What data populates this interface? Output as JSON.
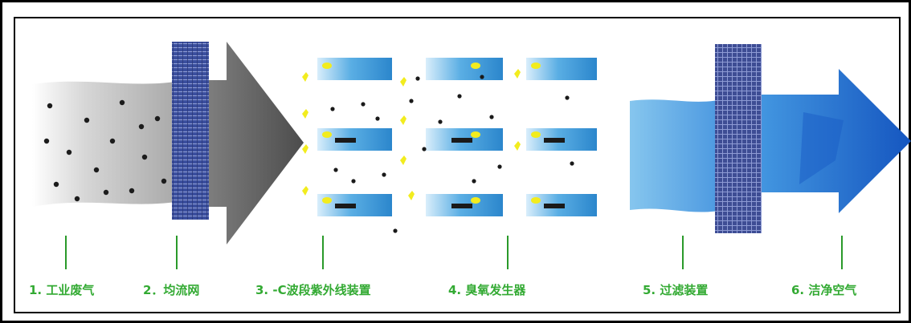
{
  "diagram": {
    "colors": {
      "label": "#33aa33",
      "tick": "#2a9a2a",
      "border": "#000000",
      "gray_dark": "#555555",
      "gray_light": "#d8d8d8",
      "blue_light": "#7fc4ec",
      "blue_dark": "#1b62c4",
      "mesh": "#3a4d9c",
      "lamp": "#2f8fd0",
      "spark": "#f2ec1e"
    },
    "steps": [
      {
        "label": "1. 工业废气"
      },
      {
        "label": "2．均流网"
      },
      {
        "label": "3. -C波段紫外线装置"
      },
      {
        "label": "4. 臭氧发生器"
      },
      {
        "label": "5. 过滤装置"
      },
      {
        "label": "6. 洁净空气"
      }
    ]
  }
}
